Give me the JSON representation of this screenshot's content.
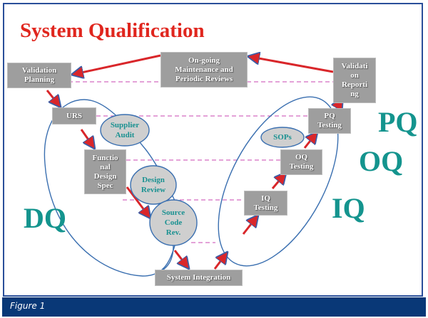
{
  "title": "System Qualification",
  "colors": {
    "title": "#e0261e",
    "frame_border": "#2a4f9a",
    "box_fill": "#9e9e9e",
    "box_text": "#ffffff",
    "ellipse_fill": "#cfcfcf",
    "ellipse_stroke": "#3a6fb0",
    "ellipse_text": "#1a9191",
    "phase_label": "#14948e",
    "arrow": "#d9262a",
    "arrow_outline": "#3a5fa8",
    "dashed_line": "#d36bc0",
    "caption_bar": "#093877"
  },
  "boxes": {
    "validation_planning": "Validation Planning",
    "ongoing_maintenance": "On-going Maintenance and Periodic Reviews",
    "validation_reporting": "Validati on Reporti ng",
    "urs": "URS",
    "functional_design_spec": "Functio nal Design Spec",
    "system_integration": "System Integration",
    "iq_testing": "IQ Testing",
    "oq_testing": "OQ Testing",
    "pq_testing": "PQ Testing"
  },
  "box_lines": {
    "validation_planning": [
      "Validation",
      "Planning"
    ],
    "ongoing_maintenance": [
      "On-going",
      "Maintenance and",
      "Periodic Reviews"
    ],
    "validation_reporting": [
      "Validati",
      "on",
      "Reporti",
      "ng"
    ],
    "functional_design_spec": [
      "Functio",
      "nal",
      "Design",
      "Spec"
    ],
    "iq_testing": [
      "IQ",
      "Testing"
    ],
    "oq_testing": [
      "OQ",
      "Testing"
    ],
    "pq_testing": [
      "PQ",
      "Testing"
    ]
  },
  "ellipses": {
    "supplier_audit": [
      "Supplier",
      "Audit"
    ],
    "design_review": [
      "Design",
      "Review"
    ],
    "source_code_review": [
      "Source",
      "Code",
      "Rev."
    ],
    "sops": [
      "SOPs"
    ]
  },
  "phases": {
    "dq": "DQ",
    "iq": "IQ",
    "oq": "OQ",
    "pq": "PQ"
  },
  "caption": "Figure 1"
}
